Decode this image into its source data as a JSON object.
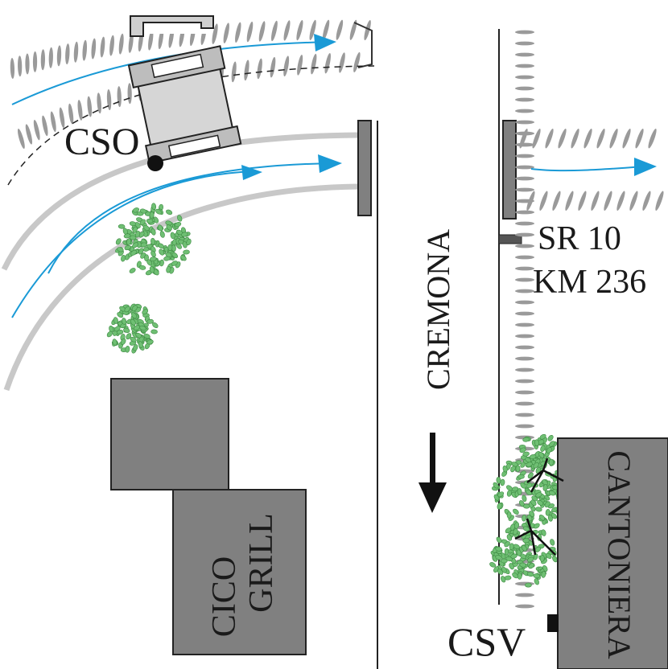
{
  "labels": {
    "cso": "CSO",
    "sr": "SR 10",
    "km": "KM  236",
    "cremona": "CREMONA",
    "csv": "CSV",
    "cico": "CICO",
    "grill": "GRILL",
    "cantoniera": "CANTONIERA"
  },
  "colors": {
    "flow_arrow": "#1a9ad6",
    "building": "#808080",
    "vegetation": "#6fbf73",
    "road_edge": "#c8c8c8"
  },
  "icons": {
    "direction": "down-arrow-icon"
  }
}
